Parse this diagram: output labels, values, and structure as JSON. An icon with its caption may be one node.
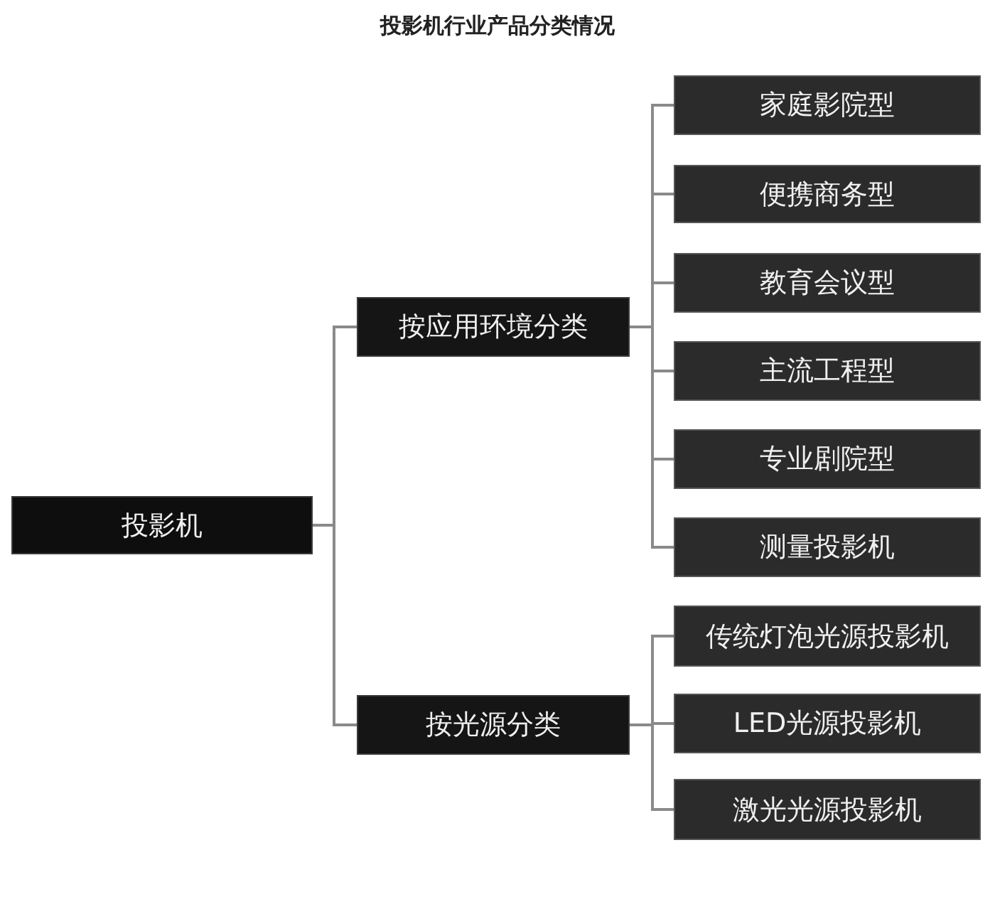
{
  "diagram": {
    "title": "投影机行业产品分类情况",
    "nodes": [
      {
        "text": [
          "投影机"
        ]
      },
      {
        "text": [
          "按应用环境分类"
        ]
      },
      {
        "text": [
          "家庭影院型"
        ]
      },
      {
        "text": [
          "便携商务型"
        ]
      },
      {
        "text": [
          "教育会议型"
        ]
      },
      {
        "text": [
          "主流工程型"
        ]
      },
      {
        "text": [
          "专业剧院型"
        ]
      },
      {
        "text": [
          "测量投影机"
        ]
      },
      {
        "text": [
          "按光源分类"
        ]
      },
      {
        "text": [
          "传统灯泡光源投影机"
        ]
      },
      {
        "text": [
          "LED光源投影机"
        ]
      },
      {
        "text": [
          "激光光源投影机"
        ]
      }
    ],
    "edges": [
      {
        "from": 0,
        "to": 1,
        "arrow": "none"
      },
      {
        "from": 0,
        "to": 8,
        "arrow": "none"
      },
      {
        "from": 1,
        "to": 2,
        "arrow": "none"
      },
      {
        "from": 1,
        "to": 3,
        "arrow": "none"
      },
      {
        "from": 1,
        "to": 4,
        "arrow": "none"
      },
      {
        "from": 1,
        "to": 5,
        "arrow": "none"
      },
      {
        "from": 1,
        "to": 6,
        "arrow": "none"
      },
      {
        "from": 1,
        "to": 7,
        "arrow": "none"
      },
      {
        "from": 8,
        "to": 9,
        "arrow": "none"
      },
      {
        "from": 8,
        "to": 10,
        "arrow": "none"
      },
      {
        "from": 8,
        "to": 11,
        "arrow": "none"
      }
    ]
  }
}
